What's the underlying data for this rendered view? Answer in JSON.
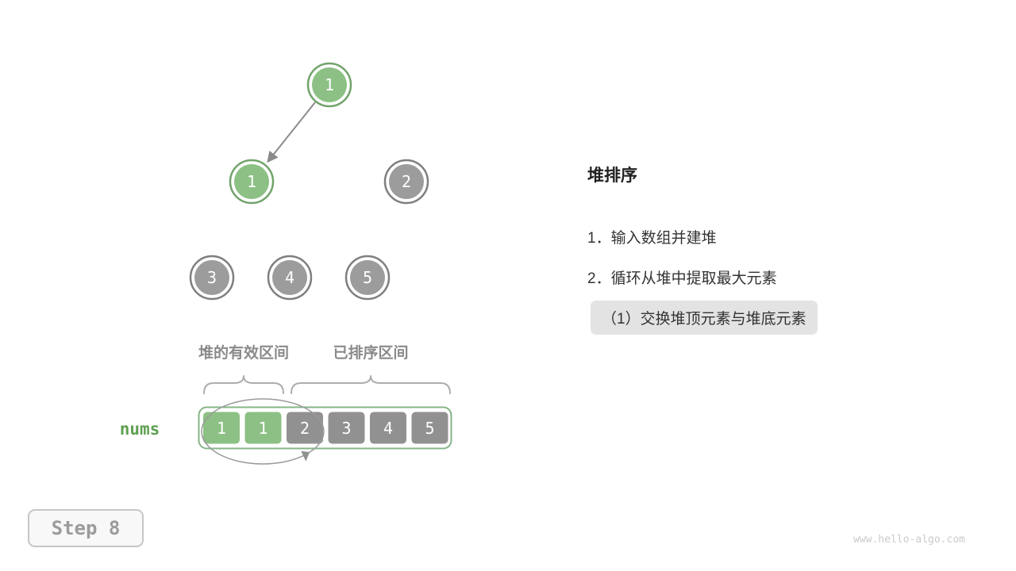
{
  "palette": {
    "node_green_fill": "#8CC084",
    "node_green_border": "#72A36B",
    "node_gray_fill": "#9C9C9C",
    "node_gray_border": "#7F7F7F",
    "cell_gray_fill": "#919191",
    "array_border_green": "#86B588",
    "label_gray": "#8A8A8A",
    "nums_green": "#5FA052",
    "highlight_bg": "#E3E3E3"
  },
  "tree": {
    "nodes": [
      {
        "value": "1",
        "color": "green"
      },
      {
        "value": "1",
        "color": "green"
      },
      {
        "value": "2",
        "color": "gray"
      },
      {
        "value": "3",
        "color": "gray"
      },
      {
        "value": "4",
        "color": "gray"
      },
      {
        "value": "5",
        "color": "gray"
      }
    ]
  },
  "array": {
    "label": "nums",
    "regions": [
      {
        "label": "堆的有效区间"
      },
      {
        "label": "已排序区间"
      }
    ],
    "cells": [
      {
        "value": "1",
        "color": "green"
      },
      {
        "value": "1",
        "color": "green"
      },
      {
        "value": "2",
        "color": "gray"
      },
      {
        "value": "3",
        "color": "gray"
      },
      {
        "value": "4",
        "color": "gray"
      },
      {
        "value": "5",
        "color": "gray"
      }
    ]
  },
  "panel": {
    "title": "堆排序",
    "steps": [
      {
        "label": "1．输入数组并建堆"
      },
      {
        "label": "2．循环从堆中提取最大元素"
      }
    ],
    "active_substep": "（1）交换堆顶元素与堆底元素"
  },
  "step_badge": {
    "label": "Step 8"
  },
  "watermark": "www.hello-algo.com"
}
